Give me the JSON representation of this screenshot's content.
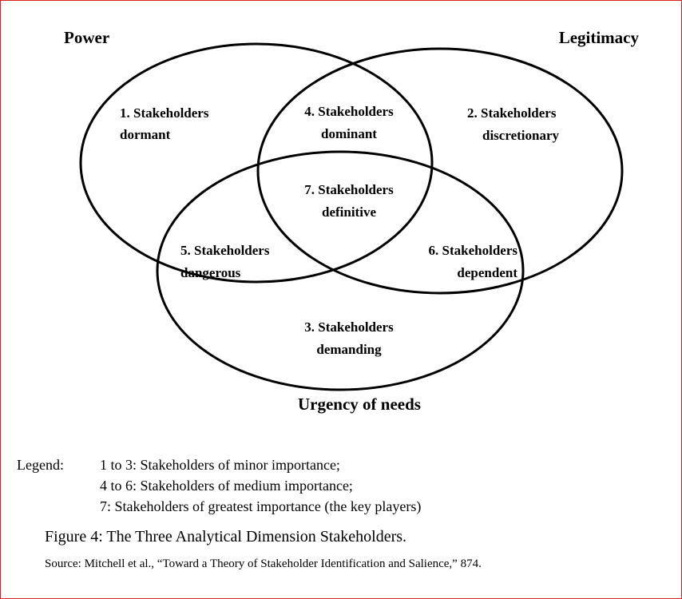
{
  "diagram": {
    "sets": {
      "power": "Power",
      "legitimacy": "Legitimacy",
      "urgency": "Urgency of needs"
    },
    "regions": [
      {
        "line1": "1. Stakeholders",
        "line2": "dormant"
      },
      {
        "line1": "2. Stakeholders",
        "line2": "discretionary"
      },
      {
        "line1": "3. Stakeholders",
        "line2": "demanding"
      },
      {
        "line1": "4. Stakeholders",
        "line2": "dominant"
      },
      {
        "line1": "5. Stakeholders",
        "line2": "dangerous"
      },
      {
        "line1": "6. Stakeholders",
        "line2": "dependent"
      },
      {
        "line1": "7. Stakeholders",
        "line2": "definitive"
      }
    ]
  },
  "legend": {
    "label": "Legend:",
    "entries": [
      "1 to 3: Stakeholders of minor importance;",
      "4 to 6: Stakeholders of medium importance;",
      "7: Stakeholders of greatest importance (the key players)"
    ]
  },
  "caption": "Figure 4: The Three Analytical Dimension Stakeholders.",
  "source": "Source: Mitchell et al., “Toward a Theory of Stakeholder Identification and Salience,” 874."
}
